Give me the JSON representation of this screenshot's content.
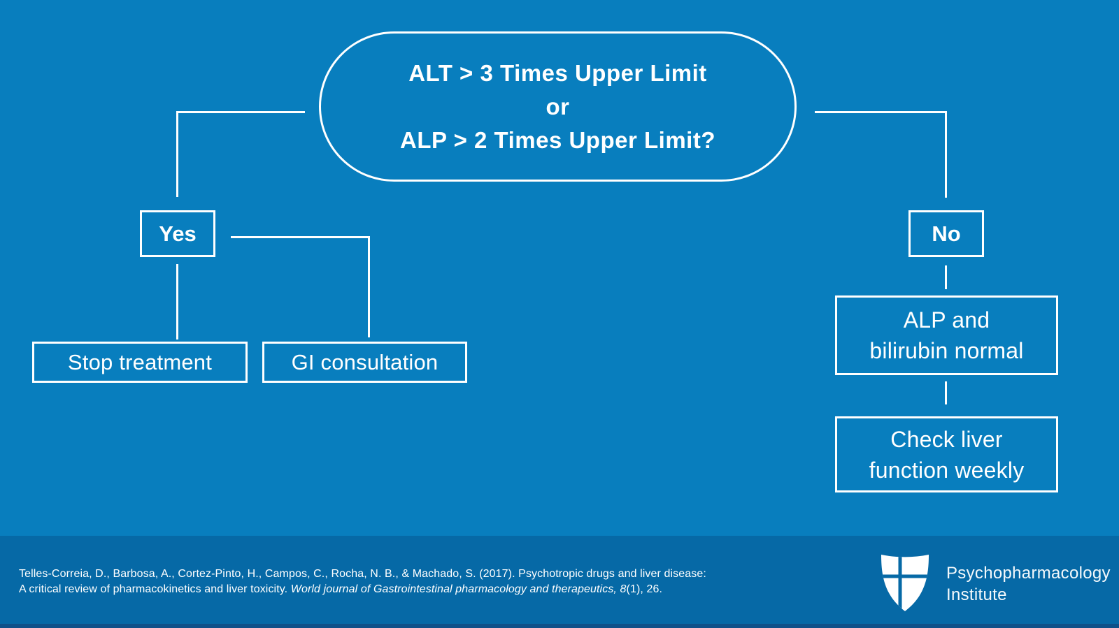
{
  "colors": {
    "background_main": "#087EBE",
    "footer_band": "#0669A6",
    "footer_strip": "#0F5189",
    "line_and_text": "#FFFFFF"
  },
  "flowchart": {
    "decision": {
      "line1": "ALT > 3 Times Upper Limit",
      "line2": "or",
      "line3": "ALP > 2 Times Upper Limit?"
    },
    "yes_label": "Yes",
    "no_label": "No",
    "stop_treatment_label": "Stop treatment",
    "gi_consultation_label": "GI consultation",
    "alp_bilirubin": {
      "line1": "ALP and",
      "line2": "bilirubin normal"
    },
    "check_liver": {
      "line1": "Check liver",
      "line2": "function weekly"
    }
  },
  "footer": {
    "citation_line1": "Telles-Correia, D., Barbosa, A., Cortez-Pinto, H., Campos, C., Rocha, N. B., & Machado, S. (2017). Psychotropic drugs and liver disease:",
    "citation_line2_regular": "A critical review of pharmacokinetics and liver toxicity. ",
    "citation_line2_italic": "World journal of Gastrointestinal pharmacology and therapeutics, 8",
    "citation_line2_end": "(1), 26.",
    "logo_line1": "Psychopharmacology",
    "logo_line2": "Institute"
  }
}
